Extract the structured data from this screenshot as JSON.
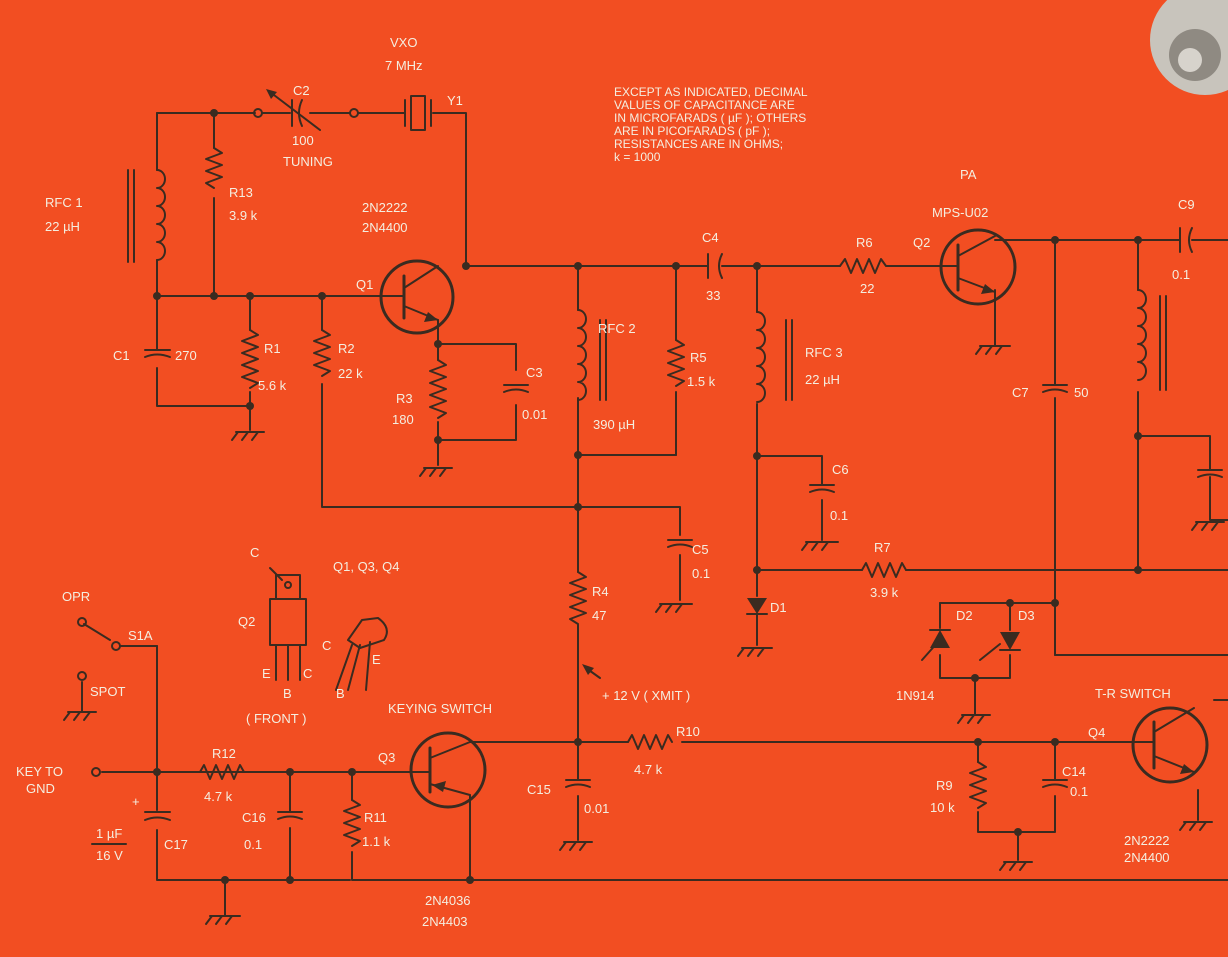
{
  "schematic": {
    "vxo": {
      "title": "VXO",
      "freq": "7 MHz"
    },
    "note": [
      "EXCEPT AS INDICATED, DECIMAL",
      "VALUES OF CAPACITANCE ARE",
      "IN MICROFARADS ( µF ); OTHERS",
      "ARE IN PICOFARADS ( pF );",
      "RESISTANCES ARE IN OHMS;",
      "k = 1000"
    ],
    "c2": {
      "ref": "C2",
      "value": "100",
      "function": "TUNING"
    },
    "y1": {
      "ref": "Y1"
    },
    "rfc1": {
      "ref": "RFC 1",
      "value": "22 µH"
    },
    "r13": {
      "ref": "R13",
      "value": "3.9 k"
    },
    "q1": {
      "ref": "Q1",
      "type1": "2N2222",
      "type2": "2N4400"
    },
    "c1": {
      "ref": "C1",
      "value": "270"
    },
    "r1": {
      "ref": "R1",
      "value": "5.6 k"
    },
    "r2": {
      "ref": "R2",
      "value": "22 k"
    },
    "r3": {
      "ref": "R3",
      "value": "180"
    },
    "c3": {
      "ref": "C3",
      "value": "0.01"
    },
    "rfc2": {
      "ref": "RFC 2",
      "value": "390 µH"
    },
    "r5": {
      "ref": "R5",
      "value": "1.5 k"
    },
    "c4": {
      "ref": "C4",
      "value": "33"
    },
    "rfc3": {
      "ref": "RFC 3",
      "value": "22 µH"
    },
    "r6": {
      "ref": "R6",
      "value": "22"
    },
    "pa": {
      "label": "PA",
      "type": "MPS-U02",
      "ref": "Q2"
    },
    "c9": {
      "ref": "C9",
      "value": "0.1"
    },
    "c7": {
      "ref": "C7",
      "value": "50"
    },
    "c6": {
      "ref": "C6",
      "value": "0.1"
    },
    "c5": {
      "ref": "C5",
      "value": "0.1"
    },
    "r7": {
      "ref": "R7",
      "value": "3.9 k"
    },
    "r4": {
      "ref": "R4",
      "value": "47"
    },
    "d1": {
      "ref": "D1"
    },
    "d2": {
      "ref": "D2"
    },
    "d3": {
      "ref": "D3"
    },
    "diodes_type": "1N914",
    "pinout": {
      "c_label": "C",
      "q2_label": "Q2",
      "q_group": "Q1, Q3, Q4",
      "e": "E",
      "b": "B",
      "c": "C",
      "front": "( FRONT )"
    },
    "s1a": {
      "opr": "OPR",
      "ref": "S1A",
      "spot": "SPOT"
    },
    "key": {
      "line1": "KEY TO",
      "line2": "GND"
    },
    "xmit": "+ 12 V  ( XMIT )",
    "keying_switch": "KEYING  SWITCH",
    "q3": {
      "ref": "Q3",
      "type1": "2N4036",
      "type2": "2N4403"
    },
    "r12": {
      "ref": "R12",
      "value": "4.7 k"
    },
    "r11": {
      "ref": "R11",
      "value": "1.1 k"
    },
    "c16": {
      "ref": "C16",
      "value": "0.1"
    },
    "c17": {
      "ref": "C17",
      "value_top": "1 µF",
      "value_bottom": "16 V",
      "plus": "+"
    },
    "c15": {
      "ref": "C15",
      "value": "0.01"
    },
    "r10": {
      "ref": "R10",
      "value": "4.7 k"
    },
    "r9": {
      "ref": "R9",
      "value": "10 k"
    },
    "c14": {
      "ref": "C14",
      "value": "0.1"
    },
    "tr_switch": "T-R SWITCH",
    "q4": {
      "ref": "Q4",
      "type1": "2N2222",
      "type2": "2N4400"
    }
  }
}
